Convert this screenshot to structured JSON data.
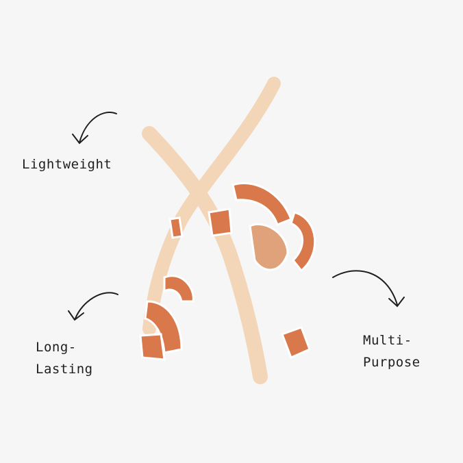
{
  "labels": {
    "lightweight": "Lightweight",
    "long_line1": "Long-",
    "long_line2": "Lasting",
    "multi_line1": "Multi-",
    "multi_line2": "Purpose"
  },
  "colors": {
    "background": "#f6f6f6",
    "stroke": "#f3d6b8",
    "shaving": "#d9784a",
    "text": "#1e1e1e"
  }
}
